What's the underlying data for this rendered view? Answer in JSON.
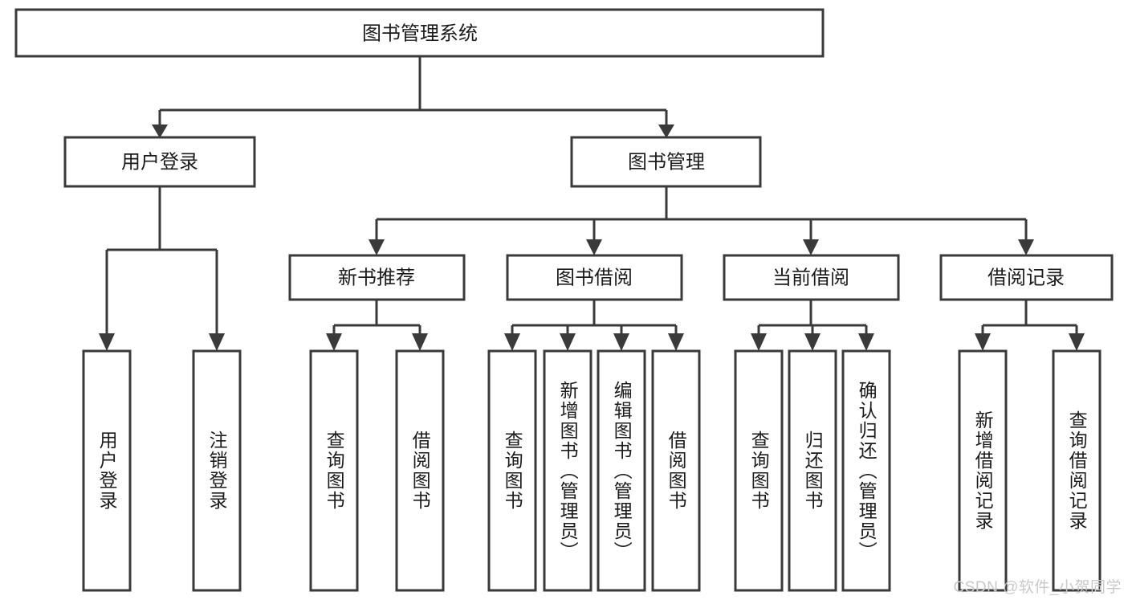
{
  "diagram": {
    "title": "图书管理系统",
    "type": "tree",
    "watermark": "CSDN @软件_小贺同学",
    "colors": {
      "stroke": "#3a3a3a",
      "fill": "#ffffff",
      "text": "#1b1b1b",
      "watermark": "#c9c9c9"
    },
    "levels": {
      "root": {
        "label": "图书管理系统"
      },
      "level2": [
        {
          "id": "user-login",
          "label": "用户登录"
        },
        {
          "id": "book-manage",
          "label": "图书管理"
        }
      ],
      "level3": [
        {
          "id": "new-book-rec",
          "label": "新书推荐",
          "parent": "book-manage"
        },
        {
          "id": "book-borrow",
          "label": "图书借阅",
          "parent": "book-manage"
        },
        {
          "id": "current-borrow",
          "label": "当前借阅",
          "parent": "book-manage"
        },
        {
          "id": "borrow-record",
          "label": "借阅记录",
          "parent": "book-manage"
        }
      ],
      "leaves": [
        {
          "id": "leaf-user-login",
          "label": "用户登录",
          "parent": "user-login"
        },
        {
          "id": "leaf-logout-login",
          "label": "注销登录",
          "parent": "user-login"
        },
        {
          "id": "leaf-query-book-1",
          "label": "查询图书",
          "parent": "new-book-rec"
        },
        {
          "id": "leaf-borrow-book-1",
          "label": "借阅图书",
          "parent": "new-book-rec"
        },
        {
          "id": "leaf-query-book-2",
          "label": "查询图书",
          "parent": "book-borrow"
        },
        {
          "id": "leaf-add-book",
          "label": "新增图书（管理员）",
          "parent": "book-borrow"
        },
        {
          "id": "leaf-edit-book",
          "label": "编辑图书（管理员）",
          "parent": "book-borrow"
        },
        {
          "id": "leaf-borrow-book-2",
          "label": "借阅图书",
          "parent": "book-borrow"
        },
        {
          "id": "leaf-query-book-3",
          "label": "查询图书",
          "parent": "current-borrow"
        },
        {
          "id": "leaf-return-book",
          "label": "归还图书",
          "parent": "current-borrow"
        },
        {
          "id": "leaf-confirm-return",
          "label": "确认归还（管理员）",
          "parent": "current-borrow"
        },
        {
          "id": "leaf-add-record",
          "label": "新增借阅记录",
          "parent": "borrow-record"
        },
        {
          "id": "leaf-query-record",
          "label": "查询借阅记录",
          "parent": "borrow-record"
        }
      ]
    }
  }
}
